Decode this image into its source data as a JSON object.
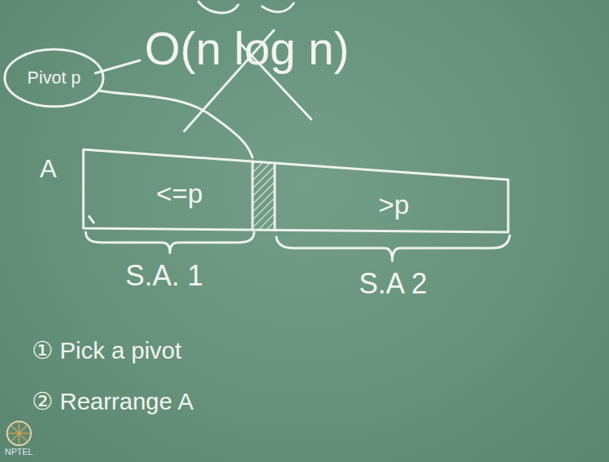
{
  "diagram": {
    "nodes": [
      {
        "text": [
          "Pivot p"
        ]
      },
      {
        "text": [
          "<=p"
        ]
      },
      {
        "text": [
          ">p"
        ]
      }
    ],
    "labels": [
      "O(n log n)",
      "A",
      "S.A. 1",
      "S.A 2",
      "① Pick a pivot",
      "② Rearrange A",
      "NPTEL"
    ]
  }
}
